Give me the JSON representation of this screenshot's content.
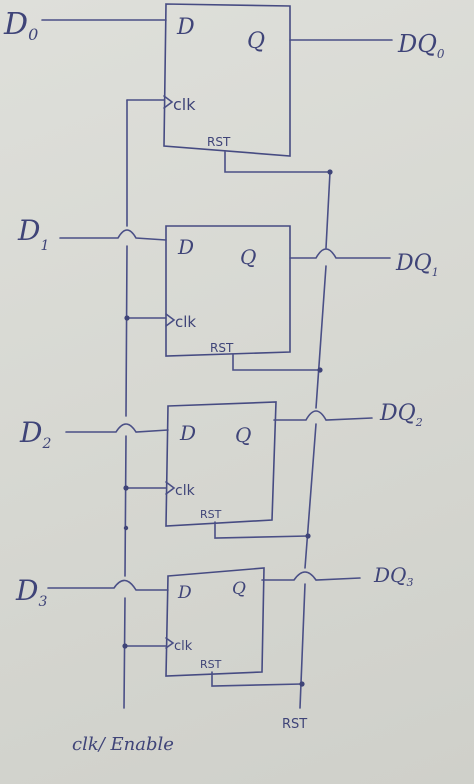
{
  "inputs": [
    {
      "main": "D",
      "sub": "0"
    },
    {
      "main": "D",
      "sub": "1"
    },
    {
      "main": "D",
      "sub": "2"
    },
    {
      "main": "D",
      "sub": "3"
    }
  ],
  "outputs": [
    {
      "main": "DQ",
      "sub": "0"
    },
    {
      "main": "DQ",
      "sub": "1"
    },
    {
      "main": "DQ",
      "sub": "2"
    },
    {
      "main": "DQ",
      "sub": "3"
    }
  ],
  "flipflop": {
    "d_label": "D",
    "q_label": "Q",
    "clk_label": "clk",
    "rst_label": "RST"
  },
  "bottom": {
    "clk_enable_label": "clk/ Enable",
    "rst_label": "RST"
  },
  "colors": {
    "ink": "#464b82",
    "paper": "#d9d9d4"
  }
}
